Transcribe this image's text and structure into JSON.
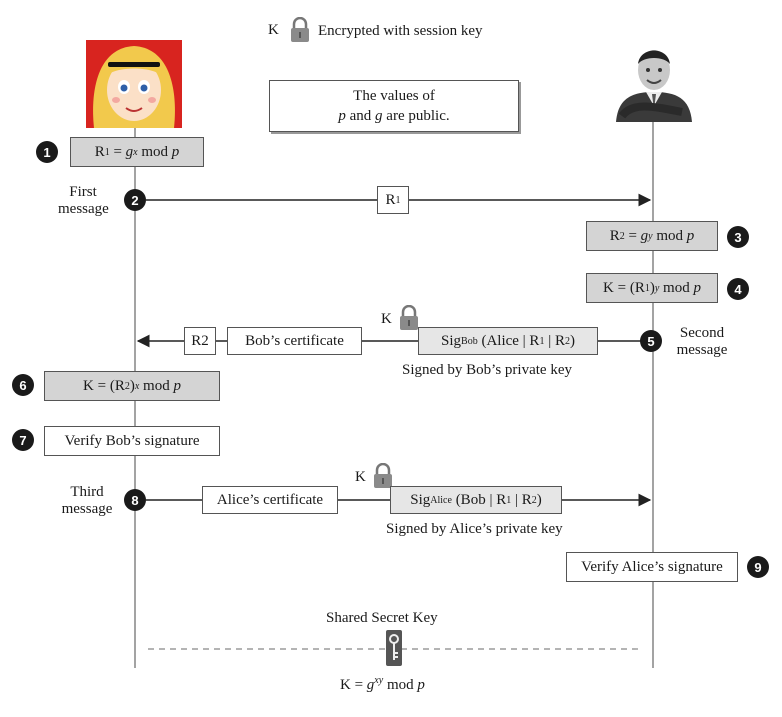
{
  "legend": {
    "key": "K",
    "text": "Encrypted with session key",
    "icon": "padlock-icon"
  },
  "public_note": {
    "line1": "The values of",
    "line2": "p and g are public."
  },
  "participants": {
    "left": "alice-portrait",
    "right": "bob-portrait"
  },
  "steps": {
    "s1": {
      "num": "1"
    },
    "s2": {
      "num": "2",
      "side_label_1": "First",
      "side_label_2": "message",
      "payload": "R1"
    },
    "s3": {
      "num": "3"
    },
    "s4": {
      "num": "4"
    },
    "s5": {
      "num": "5",
      "side_label_1": "Second",
      "side_label_2": "message",
      "r2": "R2",
      "certificate": "Bob’s certificate",
      "signed_caption": "Signed by Bob’s private key",
      "key": "K"
    },
    "s6": {
      "num": "6"
    },
    "s7": {
      "num": "7",
      "text": "Verify Bob’s signature"
    },
    "s8": {
      "num": "8",
      "side_label_1": "Third",
      "side_label_2": "message",
      "certificate": "Alice’s certificate",
      "signed_caption": "Signed by Alice’s private key",
      "key": "K"
    },
    "s9": {
      "num": "9",
      "text": "Verify Alice’s signature"
    }
  },
  "shared": {
    "title": "Shared Secret Key",
    "icon": "key-icon"
  },
  "colors": {
    "gray_box": "#d4d4d4",
    "light_box": "#e6e6e6",
    "badge": "#1a1a1a"
  }
}
